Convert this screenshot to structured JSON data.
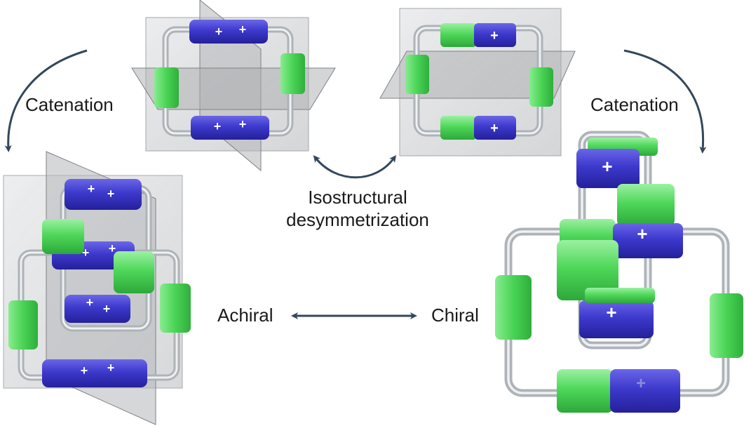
{
  "labels": {
    "catenation_left": "Catenation",
    "catenation_right": "Catenation",
    "isostructural_line1": "Isostructural",
    "isostructural_line2": "desymmetrization",
    "achiral": "Achiral",
    "chiral": "Chiral"
  },
  "block_sign": "+",
  "colors": {
    "blue_block": "#3a36c9",
    "green_block": "#4fd85a",
    "arrow": "#34475c",
    "plane": "#c7c9cc",
    "rod": "#cfd4d8"
  }
}
